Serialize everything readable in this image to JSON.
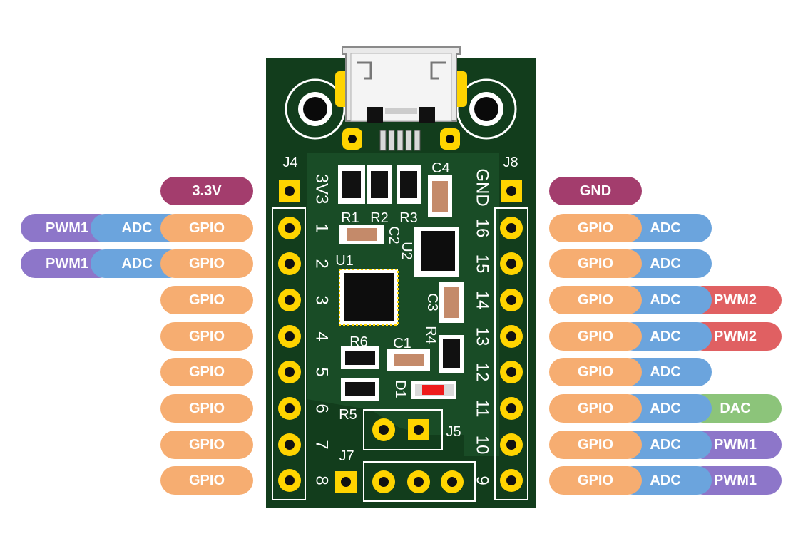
{
  "colors": {
    "pcb": "#123d1c",
    "pcb_light": "#1c5229",
    "power": "#a33d6d",
    "gpio": "#f6ad71",
    "adc": "#6ba4dd",
    "pwm1": "#8d76c9",
    "pwm2": "#e06062",
    "dac": "#8cc47a",
    "pad": "#ffd400",
    "silk": "#ffffff"
  },
  "board": {
    "designators": {
      "j4": "J4",
      "j8": "J8",
      "j5": "J5",
      "j7": "J7",
      "r1": "R1",
      "r2": "R2",
      "r3": "R3",
      "r4": "R4",
      "r5": "R5",
      "r6": "R6",
      "c1": "C1",
      "c2": "C2",
      "c3": "C3",
      "c4": "C4",
      "u1": "U1",
      "u2": "U2",
      "d1": "D1"
    },
    "left_numbers": [
      "3V3",
      "1",
      "2",
      "3",
      "4",
      "5",
      "6",
      "7",
      "8"
    ],
    "right_numbers": [
      "GND",
      "16",
      "15",
      "14",
      "13",
      "12",
      "11",
      "10",
      "9"
    ]
  },
  "left_header": [
    {
      "labels": [
        {
          "text": "3.3V",
          "kind": "power"
        }
      ]
    },
    {
      "labels": [
        {
          "text": "GPIO",
          "kind": "gpio"
        },
        {
          "text": "ADC",
          "kind": "adc"
        },
        {
          "text": "PWM1",
          "kind": "pwm1"
        }
      ]
    },
    {
      "labels": [
        {
          "text": "GPIO",
          "kind": "gpio"
        },
        {
          "text": "ADC",
          "kind": "adc"
        },
        {
          "text": "PWM1",
          "kind": "pwm1"
        }
      ]
    },
    {
      "labels": [
        {
          "text": "GPIO",
          "kind": "gpio"
        }
      ]
    },
    {
      "labels": [
        {
          "text": "GPIO",
          "kind": "gpio"
        }
      ]
    },
    {
      "labels": [
        {
          "text": "GPIO",
          "kind": "gpio"
        }
      ]
    },
    {
      "labels": [
        {
          "text": "GPIO",
          "kind": "gpio"
        }
      ]
    },
    {
      "labels": [
        {
          "text": "GPIO",
          "kind": "gpio"
        }
      ]
    },
    {
      "labels": [
        {
          "text": "GPIO",
          "kind": "gpio"
        }
      ]
    }
  ],
  "right_header": [
    {
      "labels": [
        {
          "text": "GND",
          "kind": "power"
        }
      ]
    },
    {
      "labels": [
        {
          "text": "GPIO",
          "kind": "gpio"
        },
        {
          "text": "ADC",
          "kind": "adc"
        }
      ]
    },
    {
      "labels": [
        {
          "text": "GPIO",
          "kind": "gpio"
        },
        {
          "text": "ADC",
          "kind": "adc"
        }
      ]
    },
    {
      "labels": [
        {
          "text": "GPIO",
          "kind": "gpio"
        },
        {
          "text": "ADC",
          "kind": "adc"
        },
        {
          "text": "PWM2",
          "kind": "pwm2"
        }
      ]
    },
    {
      "labels": [
        {
          "text": "GPIO",
          "kind": "gpio"
        },
        {
          "text": "ADC",
          "kind": "adc"
        },
        {
          "text": "PWM2",
          "kind": "pwm2"
        }
      ]
    },
    {
      "labels": [
        {
          "text": "GPIO",
          "kind": "gpio"
        },
        {
          "text": "ADC",
          "kind": "adc"
        }
      ]
    },
    {
      "labels": [
        {
          "text": "GPIO",
          "kind": "gpio"
        },
        {
          "text": "ADC",
          "kind": "adc"
        },
        {
          "text": "DAC",
          "kind": "dac"
        }
      ]
    },
    {
      "labels": [
        {
          "text": "GPIO",
          "kind": "gpio"
        },
        {
          "text": "ADC",
          "kind": "adc"
        },
        {
          "text": "PWM1",
          "kind": "pwm1"
        }
      ]
    },
    {
      "labels": [
        {
          "text": "GPIO",
          "kind": "gpio"
        },
        {
          "text": "ADC",
          "kind": "adc"
        },
        {
          "text": "PWM1",
          "kind": "pwm1"
        }
      ]
    }
  ]
}
